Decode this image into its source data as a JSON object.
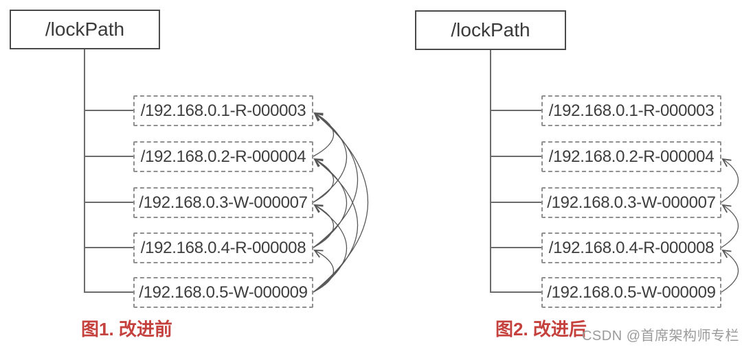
{
  "figures": [
    {
      "id": "before",
      "root_label": "/lockPath",
      "nodes": [
        "/192.168.0.1-R-000003",
        "/192.168.0.2-R-000004",
        "/192.168.0.3-W-000007",
        "/192.168.0.4-R-000008",
        "/192.168.0.5-W-000009"
      ],
      "watch_edges": [
        [
          1,
          0
        ],
        [
          2,
          0
        ],
        [
          2,
          1
        ],
        [
          3,
          0
        ],
        [
          3,
          1
        ],
        [
          3,
          2
        ],
        [
          4,
          0
        ],
        [
          4,
          1
        ],
        [
          4,
          2
        ],
        [
          4,
          3
        ]
      ],
      "caption": "图1. 改进前"
    },
    {
      "id": "after",
      "root_label": "/lockPath",
      "nodes": [
        "/192.168.0.1-R-000003",
        "/192.168.0.2-R-000004",
        "/192.168.0.3-W-000007",
        "/192.168.0.4-R-000008",
        "/192.168.0.5-W-000009"
      ],
      "watch_edges": [
        [
          2,
          1
        ],
        [
          3,
          2
        ],
        [
          4,
          3
        ]
      ],
      "caption": "图2. 改进后"
    }
  ],
  "watermark": "CSDN @首席架构师专栏",
  "colors": {
    "caption_red": "#c5413d",
    "line_gray": "#6b6b6b",
    "arc_gray": "#575757",
    "solid_border": "#4a4a4a",
    "dashed_border": "#8f8f8f",
    "text_gray": "#3d3d3d",
    "watermark_gray": "#9b9b9b",
    "background": "#ffffff"
  }
}
